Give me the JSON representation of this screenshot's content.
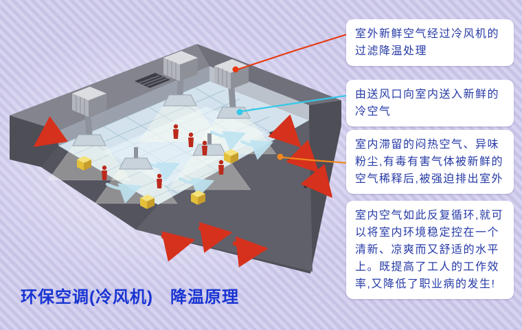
{
  "title": {
    "text": "环保空调(冷风机)　降温原理",
    "color": "#1834d2"
  },
  "background": {
    "base_color": "#c7c3e5",
    "stripe_color": "#d6d2f0"
  },
  "callouts": [
    {
      "text": "室外新鲜空气经过冷风机的过滤降温处理",
      "color": "#e8380d"
    },
    {
      "text": "由送风口向室内送入新鲜的冷空气",
      "color": "#35c8e8"
    },
    {
      "text": "室内滞留的闷热空气、异味粉尘,有毒有害气体被新鲜的空气稀释后,被强迫排出室外",
      "color": "#f0881e"
    },
    {
      "text": "室内空气如此反复循环,就可以将室内环境稳定控在一个清新、凉爽而又舒适的水平上。既提高了工人的工作效率,又降低了职业病的发生!"
    }
  ]
}
